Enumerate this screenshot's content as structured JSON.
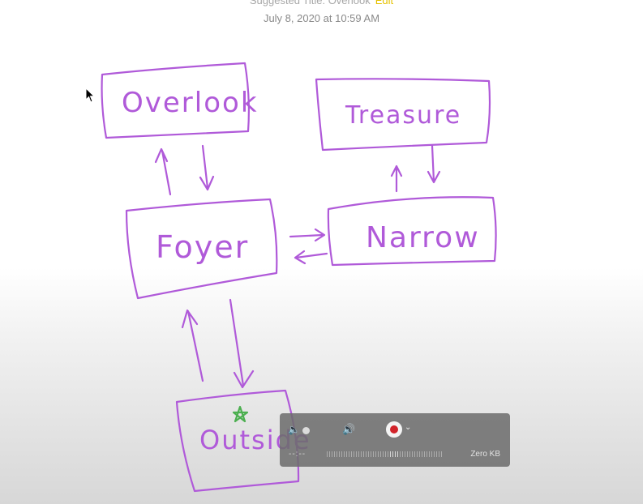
{
  "note": {
    "suggested_title_label": "Suggested Title: Overlook",
    "edit_label": "Edit",
    "date": "July 8, 2020 at 10:59 AM"
  },
  "sketch": {
    "ink_color": "#b05ad9",
    "star_color": "#4caf50",
    "rooms": {
      "overlook": "Overlook",
      "treasure": "Treasure",
      "foyer": "Foyer",
      "narrow": "Narrow",
      "outside": "Outside"
    }
  },
  "recorder": {
    "time": "--:--",
    "size": "Zero KB",
    "volume_low_icon": "speaker-low-icon",
    "volume_high_icon": "speaker-high-icon",
    "record_icon": "record-icon",
    "record_color": "#d2232a"
  }
}
